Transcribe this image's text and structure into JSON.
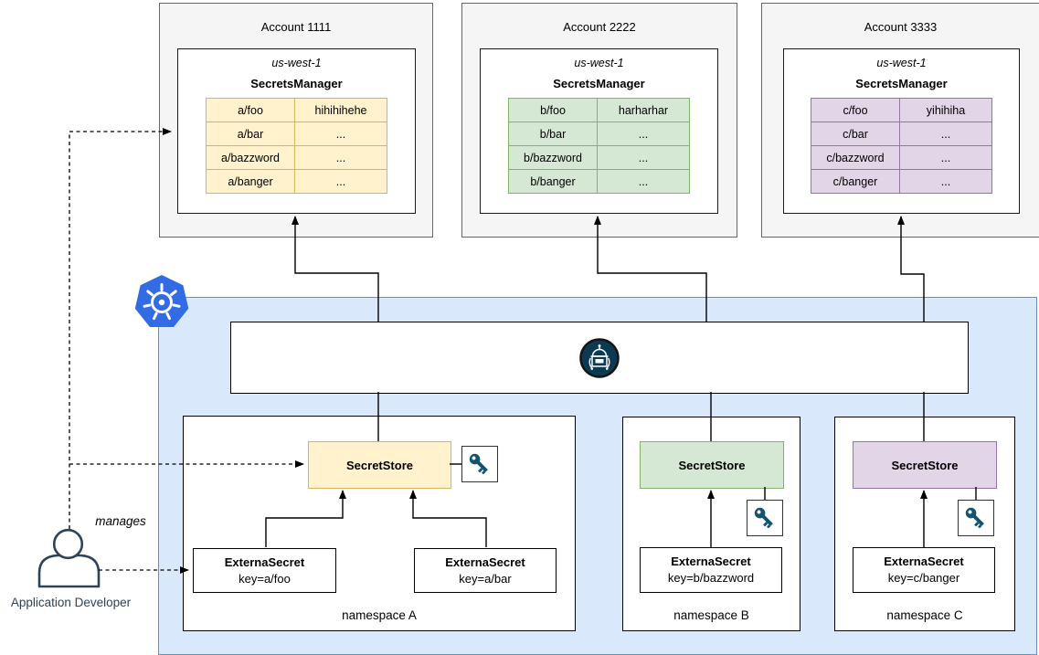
{
  "accounts": [
    {
      "title": "Account 1111",
      "region": "us-west-1",
      "service": "SecretsManager",
      "color": "yellow",
      "secrets": [
        {
          "name": "a/foo",
          "value": "hihihihehe"
        },
        {
          "name": "a/bar",
          "value": "..."
        },
        {
          "name": "a/bazzword",
          "value": "..."
        },
        {
          "name": "a/banger",
          "value": "..."
        }
      ]
    },
    {
      "title": "Account 2222",
      "region": "us-west-1",
      "service": "SecretsManager",
      "color": "green",
      "secrets": [
        {
          "name": "b/foo",
          "value": "harharhar"
        },
        {
          "name": "b/bar",
          "value": "..."
        },
        {
          "name": "b/bazzword",
          "value": "..."
        },
        {
          "name": "b/banger",
          "value": "..."
        }
      ]
    },
    {
      "title": "Account 3333",
      "region": "us-west-1",
      "service": "SecretsManager",
      "color": "purple",
      "secrets": [
        {
          "name": "c/foo",
          "value": "yihihiha"
        },
        {
          "name": "c/bar",
          "value": "..."
        },
        {
          "name": "c/bazzword",
          "value": "..."
        },
        {
          "name": "c/banger",
          "value": "..."
        }
      ]
    }
  ],
  "cluster": {
    "namespaces": [
      {
        "label": "namespace A",
        "store_label": "SecretStore",
        "color": "yellow",
        "external_secrets": [
          {
            "title": "ExternaSecret",
            "key": "key=a/foo"
          },
          {
            "title": "ExternaSecret",
            "key": "key=a/bar"
          }
        ]
      },
      {
        "label": "namespace B",
        "store_label": "SecretStore",
        "color": "green",
        "external_secrets": [
          {
            "title": "ExternaSecret",
            "key": "key=b/bazzword"
          }
        ]
      },
      {
        "label": "namespace C",
        "store_label": "SecretStore",
        "color": "purple",
        "external_secrets": [
          {
            "title": "ExternaSecret",
            "key": "key=c/banger"
          }
        ]
      }
    ]
  },
  "actor": {
    "label": "Application Developer",
    "relation_label": "manages"
  },
  "icons": {
    "kubernetes": "kubernetes-icon",
    "operator": "external-secrets-operator-icon",
    "key": "key-icon",
    "person": "application-developer-icon"
  },
  "colors": {
    "account_fill": "#f5f5f5",
    "account_stroke": "#666666",
    "yellow_fill": "#fff2cc",
    "yellow_stroke": "#d6b656",
    "green_fill": "#d5e8d4",
    "green_stroke": "#82b366",
    "purple_fill": "#e1d5e7",
    "purple_stroke": "#9673a6",
    "cluster_fill": "#dae8fc",
    "cluster_stroke": "#6c8ebf",
    "k8s_blue": "#326ce5",
    "eso_navy": "#0c3a52",
    "icon_teal": "#14536f",
    "actor_stroke": "#2f4358",
    "line_color": "#000000"
  }
}
